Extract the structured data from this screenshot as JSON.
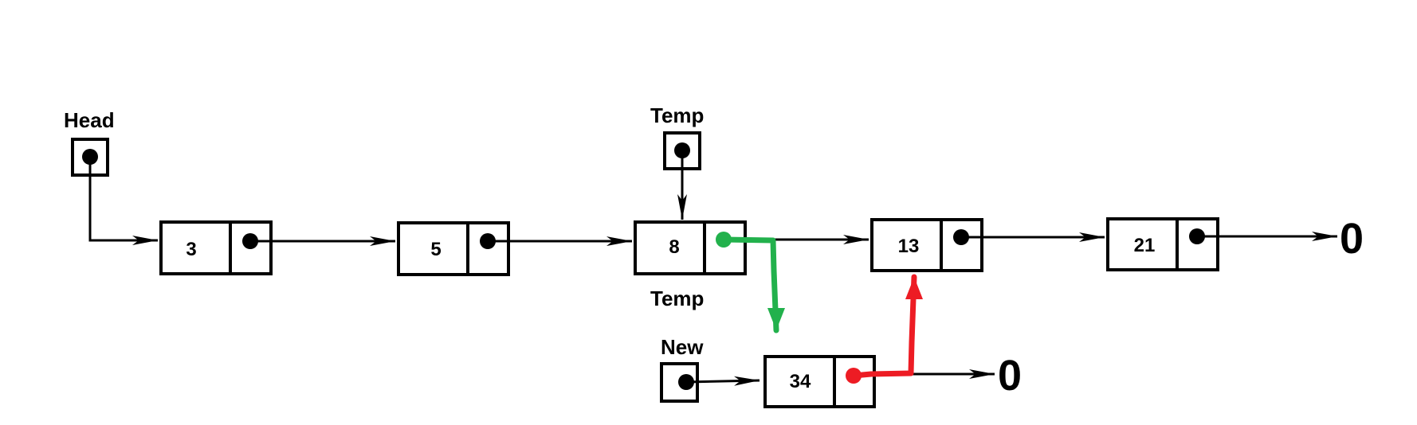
{
  "labels": {
    "head": "Head",
    "temp_top": "Temp",
    "temp_bottom": "Temp",
    "new": "New"
  },
  "nodes": [
    {
      "value": "3"
    },
    {
      "value": "5"
    },
    {
      "value": "8"
    },
    {
      "value": "13"
    },
    {
      "value": "21"
    },
    {
      "value": "34"
    }
  ],
  "terminators": [
    "0",
    "0"
  ],
  "colors": {
    "old_link_green": "#22b14c",
    "new_link_red": "#ed1c24",
    "stroke": "#000000"
  }
}
